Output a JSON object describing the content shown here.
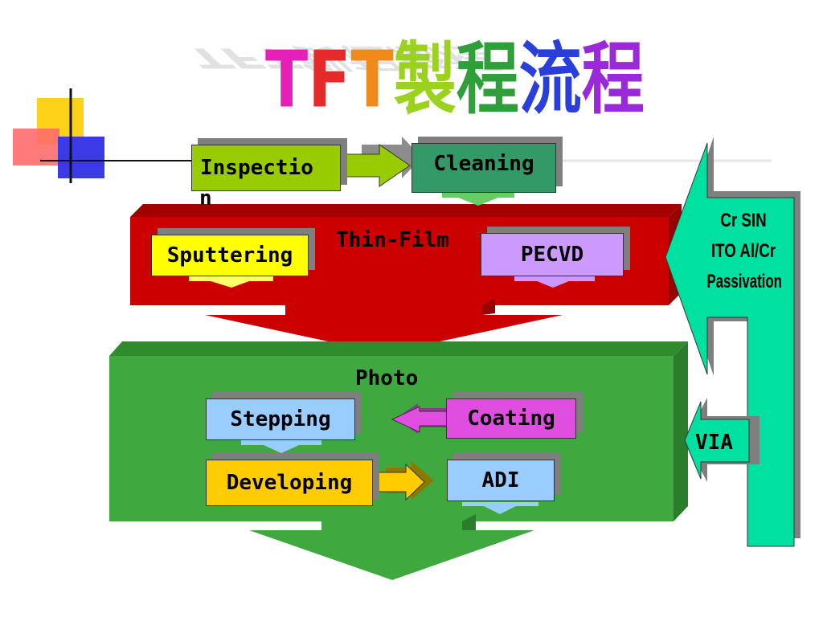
{
  "title": {
    "latin": "TFT",
    "cjk": [
      "製",
      "程",
      "流",
      "程"
    ]
  },
  "boxes": {
    "inspection": "Inspectio",
    "inspection_wrap": "n",
    "cleaning": "Cleaning",
    "sputtering": "Sputtering",
    "pecvd": "PECVD",
    "stepping": "Stepping",
    "coating": "Coating",
    "developing": "Developing",
    "adi": "ADI"
  },
  "sections": {
    "thin_film": "Thin-Film",
    "photo": "Photo"
  },
  "side_arrow": {
    "lines": [
      "Cr SIN",
      "ITO Al/Cr",
      "Passivation"
    ]
  },
  "via": "VIA",
  "colors": {
    "title_letters": [
      "#e61fb8",
      "#e62a2a",
      "#f08a1a",
      "#f0a51a",
      "#9bd21e",
      "#2f9f3a",
      "#2a3fd9",
      "#9a2ad9"
    ],
    "inspection_bg": "#99cc00",
    "cleaning_bg": "#339966",
    "thin_film_band": "#cc0000",
    "sputtering_bg": "#ffff00",
    "pecvd_bg": "#cc99ff",
    "photo_band": "#3fa83f",
    "stepping_bg": "#99ccff",
    "coating_bg": "#e04ee0",
    "developing_bg": "#ffcc00",
    "adi_bg": "#99ccff",
    "side_arrow": "#00e0a0"
  }
}
